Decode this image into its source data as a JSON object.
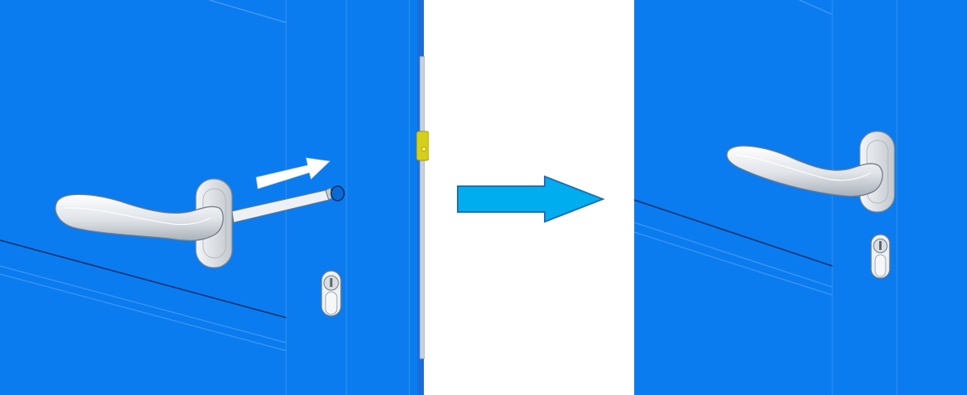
{
  "figure": {
    "steps": [
      {
        "state": "before",
        "objects": [
          "door-panel",
          "door-handle",
          "square-spindle",
          "spindle-hole",
          "lock-cylinder",
          "strike-plate",
          "insert-arrow"
        ]
      },
      {
        "state": "after",
        "objects": [
          "door-panel",
          "door-handle",
          "lock-cylinder"
        ]
      }
    ],
    "colors": {
      "door": "#0a7cf0",
      "door_frame": "#2a7fe6",
      "door_edge": "#1a6cd8",
      "handle": "#e8ebef",
      "transition_arrow": "#00adef",
      "transition_arrow_outline": "#1f6fb8",
      "strike_plate": "#d6cf1a",
      "motion_arrow": "#ffffff"
    }
  }
}
